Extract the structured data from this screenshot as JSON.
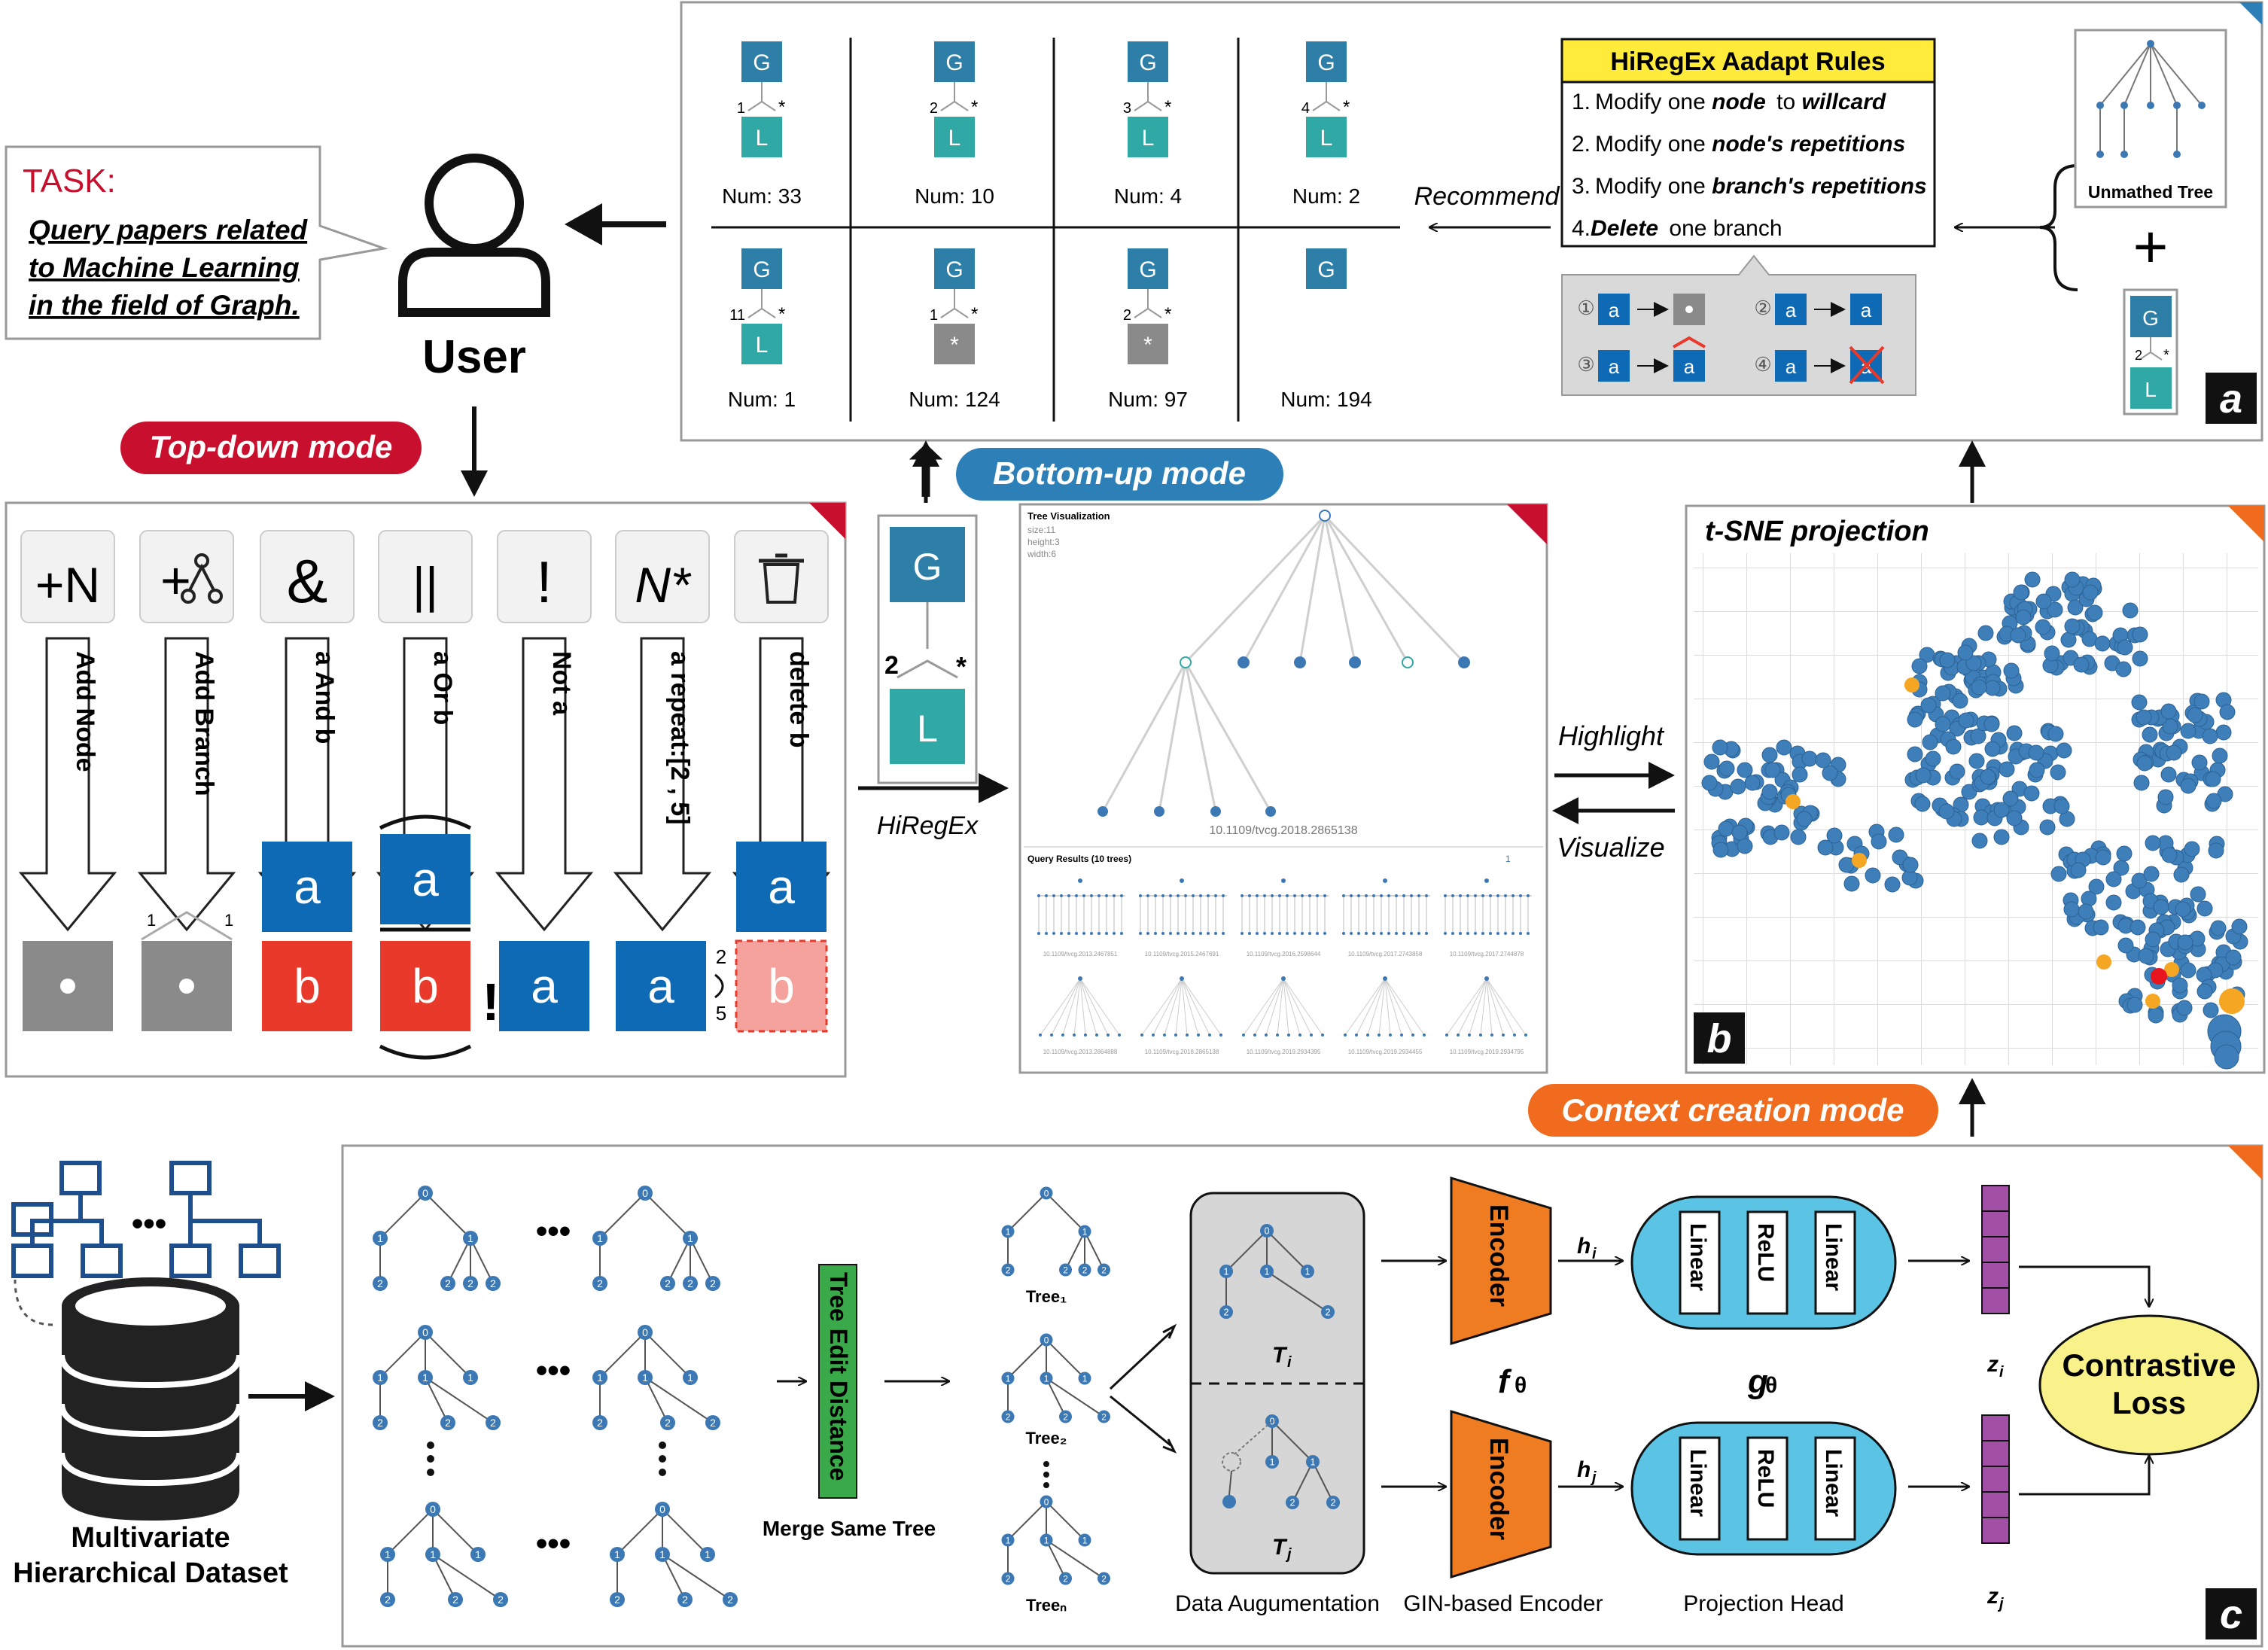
{
  "task": {
    "title": "TASK:",
    "lines": [
      "Query papers related",
      "to Machine Learning",
      "in the field of Graph."
    ]
  },
  "user_label": "User",
  "modes": {
    "top_down": "Top-down mode",
    "bottom_up": "Bottom-up mode",
    "context": "Context creation mode"
  },
  "colors": {
    "blue": "#0e6ab4",
    "red": "#e8392b",
    "teal": "#2fa8a6",
    "tealdark": "#2d7fa8",
    "mode_red": "#c8102e",
    "mode_blue": "#2d7fb8",
    "mode_orange": "#f06b1d",
    "encoder": "#f07c22",
    "proj": "#5bc4e5",
    "z": "#a24fa6",
    "tree_node": "#3c78b4",
    "yellow": "#f9f28a",
    "gray": "#8a8a8a",
    "ted": "#3aa94a"
  },
  "panel_a": {
    "cells": [
      {
        "top": "G",
        "bottom": "L",
        "num": "1",
        "star": "*",
        "count": "Num: 33",
        "bottom_gray": false
      },
      {
        "top": "G",
        "bottom": "L",
        "num": "2",
        "star": "*",
        "count": "Num: 10",
        "bottom_gray": false
      },
      {
        "top": "G",
        "bottom": "L",
        "num": "3",
        "star": "*",
        "count": "Num: 4",
        "bottom_gray": false
      },
      {
        "top": "G",
        "bottom": "L",
        "num": "4",
        "star": "*",
        "count": "Num: 2",
        "bottom_gray": false
      },
      {
        "top": "G",
        "bottom": "L",
        "num": "11",
        "star": "*",
        "count": "Num: 1",
        "bottom_gray": false
      },
      {
        "top": "G",
        "bottom": "*",
        "num": "1",
        "star": "*",
        "count": "Num: 124",
        "bottom_gray": true
      },
      {
        "top": "G",
        "bottom": "*",
        "num": "2",
        "star": "*",
        "count": "Num: 97",
        "bottom_gray": true
      },
      {
        "top": "G",
        "bottom": "",
        "num": "",
        "star": "",
        "count": "Num: 194",
        "bottom_gray": false
      }
    ],
    "recommend": "Recommend",
    "rules_title": "HiRegEx Aadapt Rules",
    "rules": [
      {
        "n": "1.",
        "a": "Modify one ",
        "b": "node",
        "c": " to ",
        "d": "willcard"
      },
      {
        "n": "2.",
        "a": "Modify one ",
        "b": "node's repetitions",
        "c": "",
        "d": ""
      },
      {
        "n": "3.",
        "a": "Modify one ",
        "b": "branch's repetitions",
        "c": "",
        "d": ""
      },
      {
        "n": "4.",
        "a": "",
        "b": "Delete",
        "c": " one branch",
        "d": ""
      }
    ],
    "rule_nums": [
      "①",
      "②",
      "③",
      "④"
    ],
    "node_a": "a",
    "unmatched": "Unmathed Tree",
    "plus": "+",
    "g": "G",
    "l": "L",
    "two": "2",
    "star": "*",
    "badge": "a"
  },
  "panel_td": {
    "tools": [
      {
        "icon": "+N",
        "label": "Add Node"
      },
      {
        "icon": "+",
        "label": "Add Branch"
      },
      {
        "icon": "&",
        "label": "a And b"
      },
      {
        "icon": "||",
        "label": "a Or b"
      },
      {
        "icon": "!",
        "label": "Not a"
      },
      {
        "icon": "N*",
        "label": "a repeat:[2 , 5]"
      },
      {
        "icon": "trash",
        "label": "delete b"
      }
    ],
    "a": "a",
    "b": "b",
    "bang": "!",
    "one": "1",
    "two": "2",
    "five": "5"
  },
  "hiregex": {
    "g": "G",
    "l": "L",
    "two": "2",
    "star": "*",
    "label": "HiRegEx"
  },
  "tree_vis": {
    "title": "Tree Visualization",
    "stats": [
      "size:11",
      "height:3",
      "width:6"
    ],
    "doi": "10.1109/tvcg.2018.2865138",
    "results": "Query Results (10 trees)",
    "page": "1",
    "thumbs": [
      "10.1109/tvcg.2013.2467851",
      "10.1109/tvcg.2015.2467691",
      "10.1109/tvcg.2016.2598644",
      "10.1109/tvcg.2017.2743858",
      "10.1109/tvcg.2017.2744878",
      "10.1109/tvcg.2013.2864888",
      "10.1109/tvcg.2018.2865138",
      "10.1109/tvcg.2019.2934395",
      "10.1109/tvcg.2019.2934455",
      "10.1109/tvcg.2019.2934795"
    ]
  },
  "arrows": {
    "highlight": "Highlight",
    "visualize": "Visualize"
  },
  "panel_b": {
    "title": "t-SNE projection",
    "badge": "b"
  },
  "panel_c": {
    "dataset": [
      "Multivariate",
      "Hierarchical Dataset"
    ],
    "dots": "•••",
    "ted": "Tree Edit Distance",
    "merge": "Merge Same Tree",
    "tree_labels": [
      "Tree₁",
      "Tree₂",
      "Treeₙ"
    ],
    "ti": "T",
    "tj": "T",
    "sub_i": "i",
    "sub_j": "j",
    "aug": "Data Augumentation",
    "encoder": "Encoder",
    "hi": "h",
    "hj": "h",
    "f": "f",
    "theta": "θ",
    "g": "g",
    "gin": "GIN-based Encoder",
    "linear": "Linear",
    "relu": "ReLU",
    "proj": "Projection Head",
    "zi": "z",
    "zj": "z",
    "loss": [
      "Contrastive",
      "Loss"
    ],
    "badge": "c"
  }
}
